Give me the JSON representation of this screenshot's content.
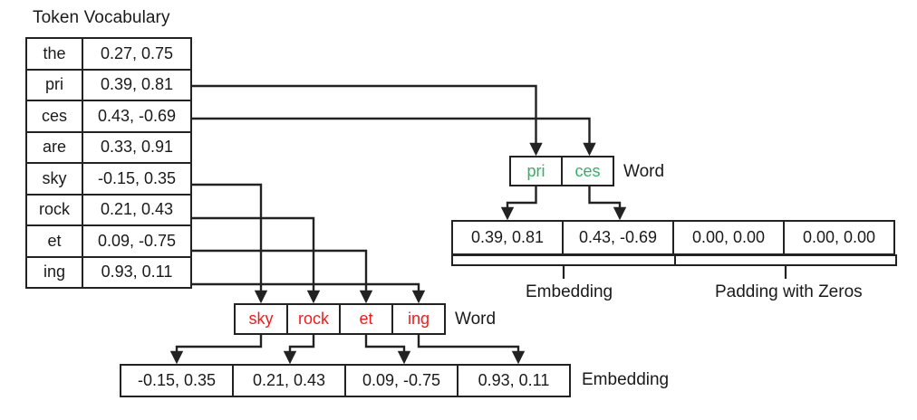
{
  "title": "Token Vocabulary",
  "vocabulary": {
    "rows": [
      {
        "token": "the",
        "vector": "0.27, 0.75"
      },
      {
        "token": "pri",
        "vector": "0.39, 0.81"
      },
      {
        "token": "ces",
        "vector": "0.43, -0.69"
      },
      {
        "token": "are",
        "vector": "0.33, 0.91"
      },
      {
        "token": "sky",
        "vector": "-0.15, 0.35"
      },
      {
        "token": "rock",
        "vector": "0.21, 0.43"
      },
      {
        "token": "et",
        "vector": "0.09, -0.75"
      },
      {
        "token": "ing",
        "vector": "0.93, 0.11"
      }
    ]
  },
  "upper_example": {
    "word_tokens": [
      "pri",
      "ces"
    ],
    "word_label": "Word",
    "embedding_cells": [
      "0.39, 0.81",
      "0.43, -0.69",
      "0.00, 0.00",
      "0.00, 0.00"
    ],
    "embedding_label": "Embedding",
    "padding_label": "Padding with Zeros",
    "token_color": "#35b06a"
  },
  "lower_example": {
    "word_tokens": [
      "sky",
      "rock",
      "et",
      "ing"
    ],
    "word_label": "Word",
    "embedding_cells": [
      "-0.15, 0.35",
      "0.21, 0.43",
      "0.09, -0.75",
      "0.93, 0.11"
    ],
    "embedding_label": "Embedding",
    "token_color": "#ee1c1c"
  },
  "colors": {
    "stroke": "#222222",
    "background": "#ffffff",
    "text": "#1a1a1a"
  }
}
